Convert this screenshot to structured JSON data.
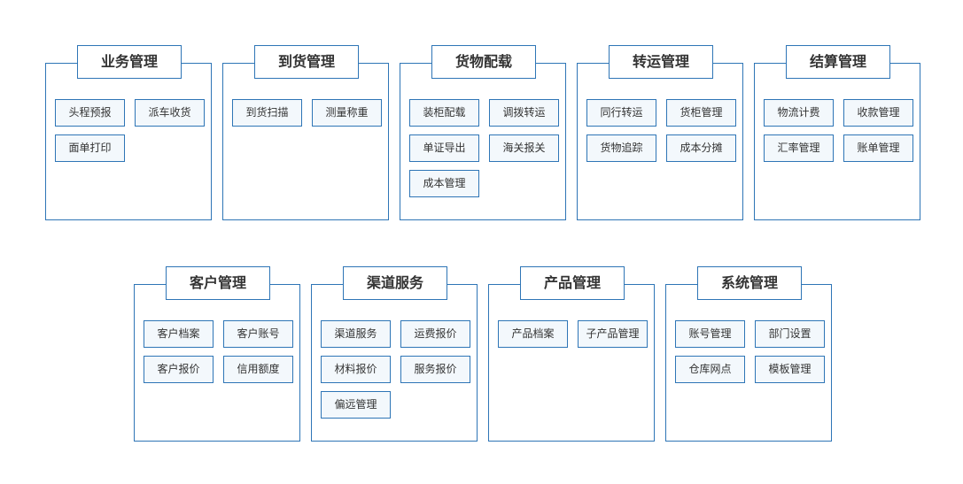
{
  "colors": {
    "border": "#2e75b6",
    "item_background": "#f3f8fc",
    "text": "#333333"
  },
  "modules": [
    {
      "title": "业务管理",
      "items": [
        "头程预报",
        "派车收货",
        "面单打印"
      ]
    },
    {
      "title": "到货管理",
      "items": [
        "到货扫描",
        "测量称重"
      ]
    },
    {
      "title": "货物配载",
      "items": [
        "装柜配载",
        "调拨转运",
        "单证导出",
        "海关报关",
        "成本管理"
      ]
    },
    {
      "title": "转运管理",
      "items": [
        "同行转运",
        "货柜管理",
        "货物追踪",
        "成本分摊"
      ]
    },
    {
      "title": "结算管理",
      "items": [
        "物流计费",
        "收款管理",
        "汇率管理",
        "账单管理"
      ]
    },
    {
      "title": "客户管理",
      "items": [
        "客户档案",
        "客户账号",
        "客户报价",
        "信用额度"
      ]
    },
    {
      "title": "渠道服务",
      "items": [
        "渠道服务",
        "运费报价",
        "材料报价",
        "服务报价",
        "偏远管理"
      ]
    },
    {
      "title": "产品管理",
      "items": [
        "产品档案",
        "子产品管理"
      ]
    },
    {
      "title": "系统管理",
      "items": [
        "账号管理",
        "部门设置",
        "仓库网点",
        "模板管理"
      ]
    }
  ]
}
